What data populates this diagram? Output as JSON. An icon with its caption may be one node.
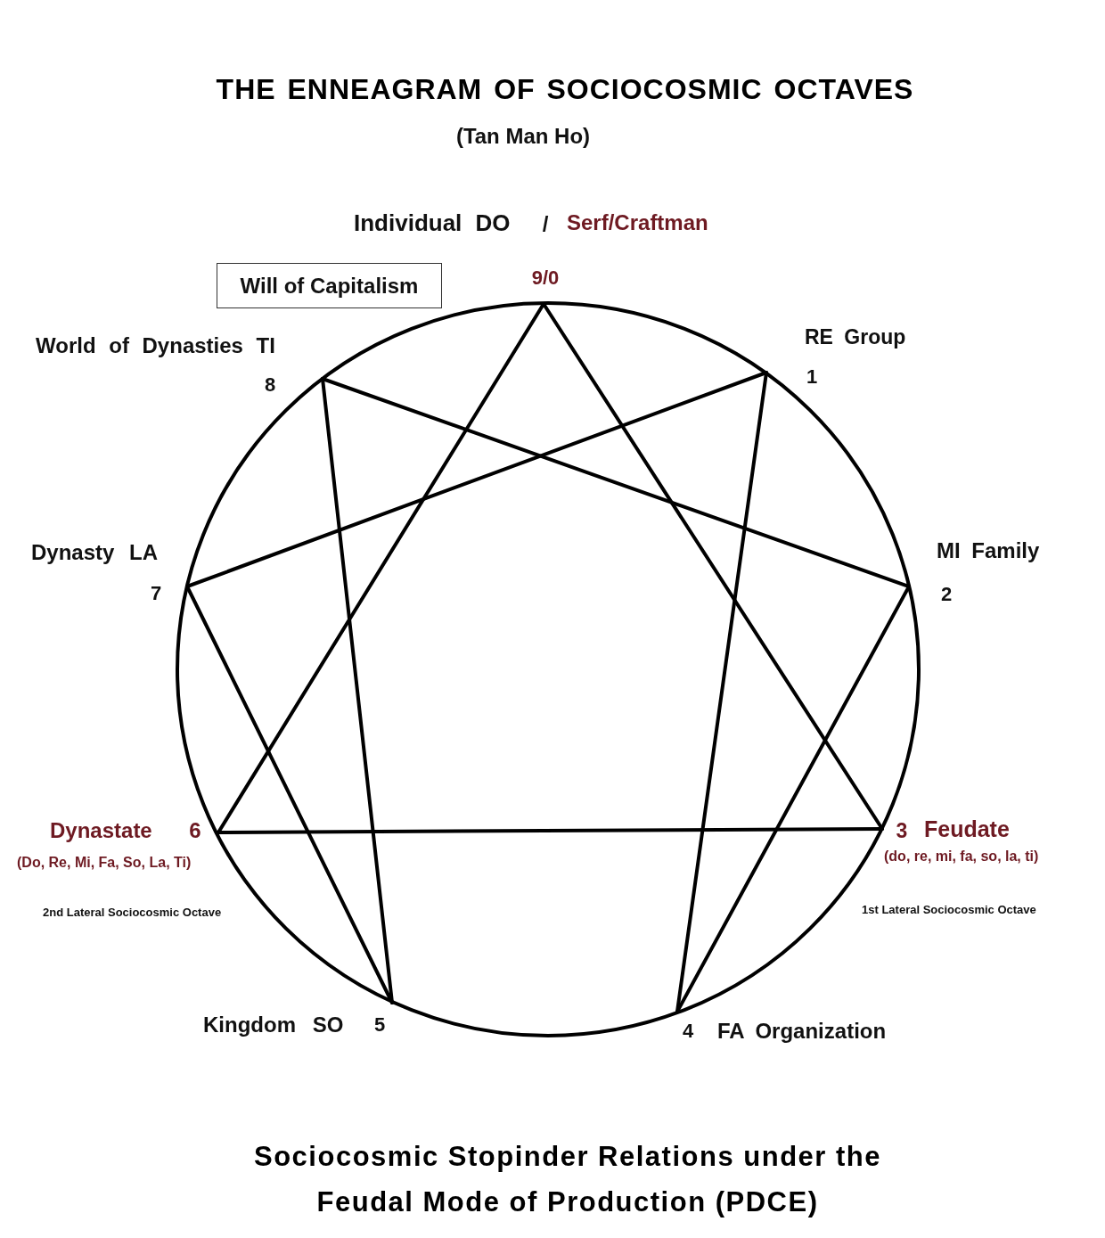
{
  "diagram": {
    "title": "THE ENNEAGRAM OF SOCIOCOSMIC OCTAVES",
    "caption": "Sociocosmic Stopinder Relations under the Feudal Mode of Production (PDCE)",
    "nodes": [
      {
        "text": [
          "9/0"
        ],
        "beside": [
          "Individual DO",
          "/",
          "Serf/Craftman"
        ]
      },
      {
        "text": [
          "Will of Capitalism"
        ]
      },
      {
        "text": [
          "1"
        ],
        "beside": [
          "RE Group"
        ]
      },
      {
        "text": [
          "2"
        ],
        "beside": [
          "MI Family"
        ]
      },
      {
        "text": [
          "3"
        ],
        "beside": [
          "Feudate",
          "(do, re, mi, fa, so, la, ti)",
          "1st Lateral Sociocosmic Octave"
        ]
      },
      {
        "text": [
          "4"
        ],
        "beside": [
          "FA Organization"
        ]
      },
      {
        "text": [
          "5"
        ],
        "beside": [
          "Kingdom SO"
        ]
      },
      {
        "text": [
          "6"
        ],
        "beside": [
          "Dynastate",
          "(Do, Re, Mi, Fa, So, La, Ti)",
          "2nd Lateral Sociocosmic Octave"
        ]
      },
      {
        "text": [
          "7"
        ],
        "beside": [
          "Dynasty LA"
        ]
      },
      {
        "text": [
          "8"
        ],
        "beside": [
          "World of Dynasties TI"
        ]
      }
    ],
    "edges": [
      {
        "from": 0,
        "to": 4,
        "arrow": "none"
      },
      {
        "from": 4,
        "to": 7,
        "arrow": "none"
      },
      {
        "from": 7,
        "to": 0,
        "arrow": "none"
      },
      {
        "from": 2,
        "to": 5,
        "arrow": "none"
      },
      {
        "from": 5,
        "to": 3,
        "arrow": "none"
      },
      {
        "from": 3,
        "to": 9,
        "arrow": "none"
      },
      {
        "from": 9,
        "to": 6,
        "arrow": "none"
      },
      {
        "from": 6,
        "to": 8,
        "arrow": "none"
      },
      {
        "from": 8,
        "to": 2,
        "arrow": "none"
      }
    ],
    "labels": [
      "(Tan Man Ho)"
    ]
  }
}
